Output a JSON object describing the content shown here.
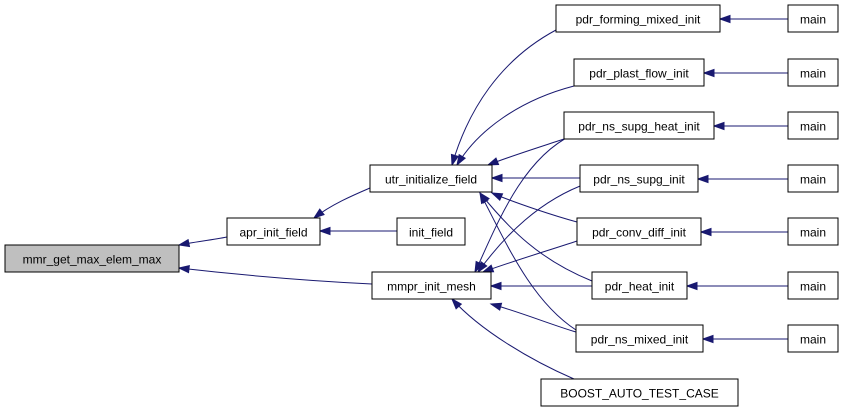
{
  "graph": {
    "nodes": [
      {
        "id": "mmr_get_max_elem_max",
        "label": "mmr_get_max_elem_max",
        "root": true
      },
      {
        "id": "apr_init_field",
        "label": "apr_init_field"
      },
      {
        "id": "mmpr_init_mesh",
        "label": "mmpr_init_mesh"
      },
      {
        "id": "utr_initialize_field",
        "label": "utr_initialize_field"
      },
      {
        "id": "init_field",
        "label": "init_field"
      },
      {
        "id": "pdr_forming_mixed_init",
        "label": "pdr_forming_mixed_init"
      },
      {
        "id": "pdr_plast_flow_init",
        "label": "pdr_plast_flow_init"
      },
      {
        "id": "pdr_ns_supg_heat_init",
        "label": "pdr_ns_supg_heat_init"
      },
      {
        "id": "pdr_ns_supg_init",
        "label": "pdr_ns_supg_init"
      },
      {
        "id": "pdr_conv_diff_init",
        "label": "pdr_conv_diff_init"
      },
      {
        "id": "pdr_heat_init",
        "label": "pdr_heat_init"
      },
      {
        "id": "pdr_ns_mixed_init",
        "label": "pdr_ns_mixed_init"
      },
      {
        "id": "BOOST_AUTO_TEST_CASE",
        "label": "BOOST_AUTO_TEST_CASE"
      },
      {
        "id": "main_1",
        "label": "main"
      },
      {
        "id": "main_2",
        "label": "main"
      },
      {
        "id": "main_3",
        "label": "main"
      },
      {
        "id": "main_4",
        "label": "main"
      },
      {
        "id": "main_5",
        "label": "main"
      },
      {
        "id": "main_6",
        "label": "main"
      },
      {
        "id": "main_7",
        "label": "main"
      }
    ],
    "edges": [
      {
        "from": "apr_init_field",
        "to": "mmr_get_max_elem_max"
      },
      {
        "from": "mmpr_init_mesh",
        "to": "mmr_get_max_elem_max"
      },
      {
        "from": "utr_initialize_field",
        "to": "apr_init_field"
      },
      {
        "from": "init_field",
        "to": "apr_init_field"
      },
      {
        "from": "pdr_forming_mixed_init",
        "to": "utr_initialize_field"
      },
      {
        "from": "pdr_plast_flow_init",
        "to": "utr_initialize_field"
      },
      {
        "from": "pdr_ns_supg_heat_init",
        "to": "utr_initialize_field"
      },
      {
        "from": "pdr_ns_supg_init",
        "to": "utr_initialize_field"
      },
      {
        "from": "pdr_conv_diff_init",
        "to": "utr_initialize_field"
      },
      {
        "from": "pdr_heat_init",
        "to": "utr_initialize_field"
      },
      {
        "from": "pdr_ns_mixed_init",
        "to": "utr_initialize_field"
      },
      {
        "from": "pdr_ns_supg_heat_init",
        "to": "mmpr_init_mesh"
      },
      {
        "from": "pdr_ns_supg_init",
        "to": "mmpr_init_mesh"
      },
      {
        "from": "pdr_conv_diff_init",
        "to": "mmpr_init_mesh"
      },
      {
        "from": "pdr_heat_init",
        "to": "mmpr_init_mesh"
      },
      {
        "from": "pdr_ns_mixed_init",
        "to": "mmpr_init_mesh"
      },
      {
        "from": "BOOST_AUTO_TEST_CASE",
        "to": "mmpr_init_mesh"
      },
      {
        "from": "main_1",
        "to": "pdr_forming_mixed_init"
      },
      {
        "from": "main_2",
        "to": "pdr_plast_flow_init"
      },
      {
        "from": "main_3",
        "to": "pdr_ns_supg_heat_init"
      },
      {
        "from": "main_4",
        "to": "pdr_ns_supg_init"
      },
      {
        "from": "main_5",
        "to": "pdr_conv_diff_init"
      },
      {
        "from": "main_6",
        "to": "pdr_heat_init"
      },
      {
        "from": "main_7",
        "to": "pdr_ns_mixed_init"
      }
    ],
    "colors": {
      "edge": "#191970",
      "node_border": "#000000",
      "node_fill": "#ffffff",
      "root_fill": "#bfbfbf"
    }
  }
}
